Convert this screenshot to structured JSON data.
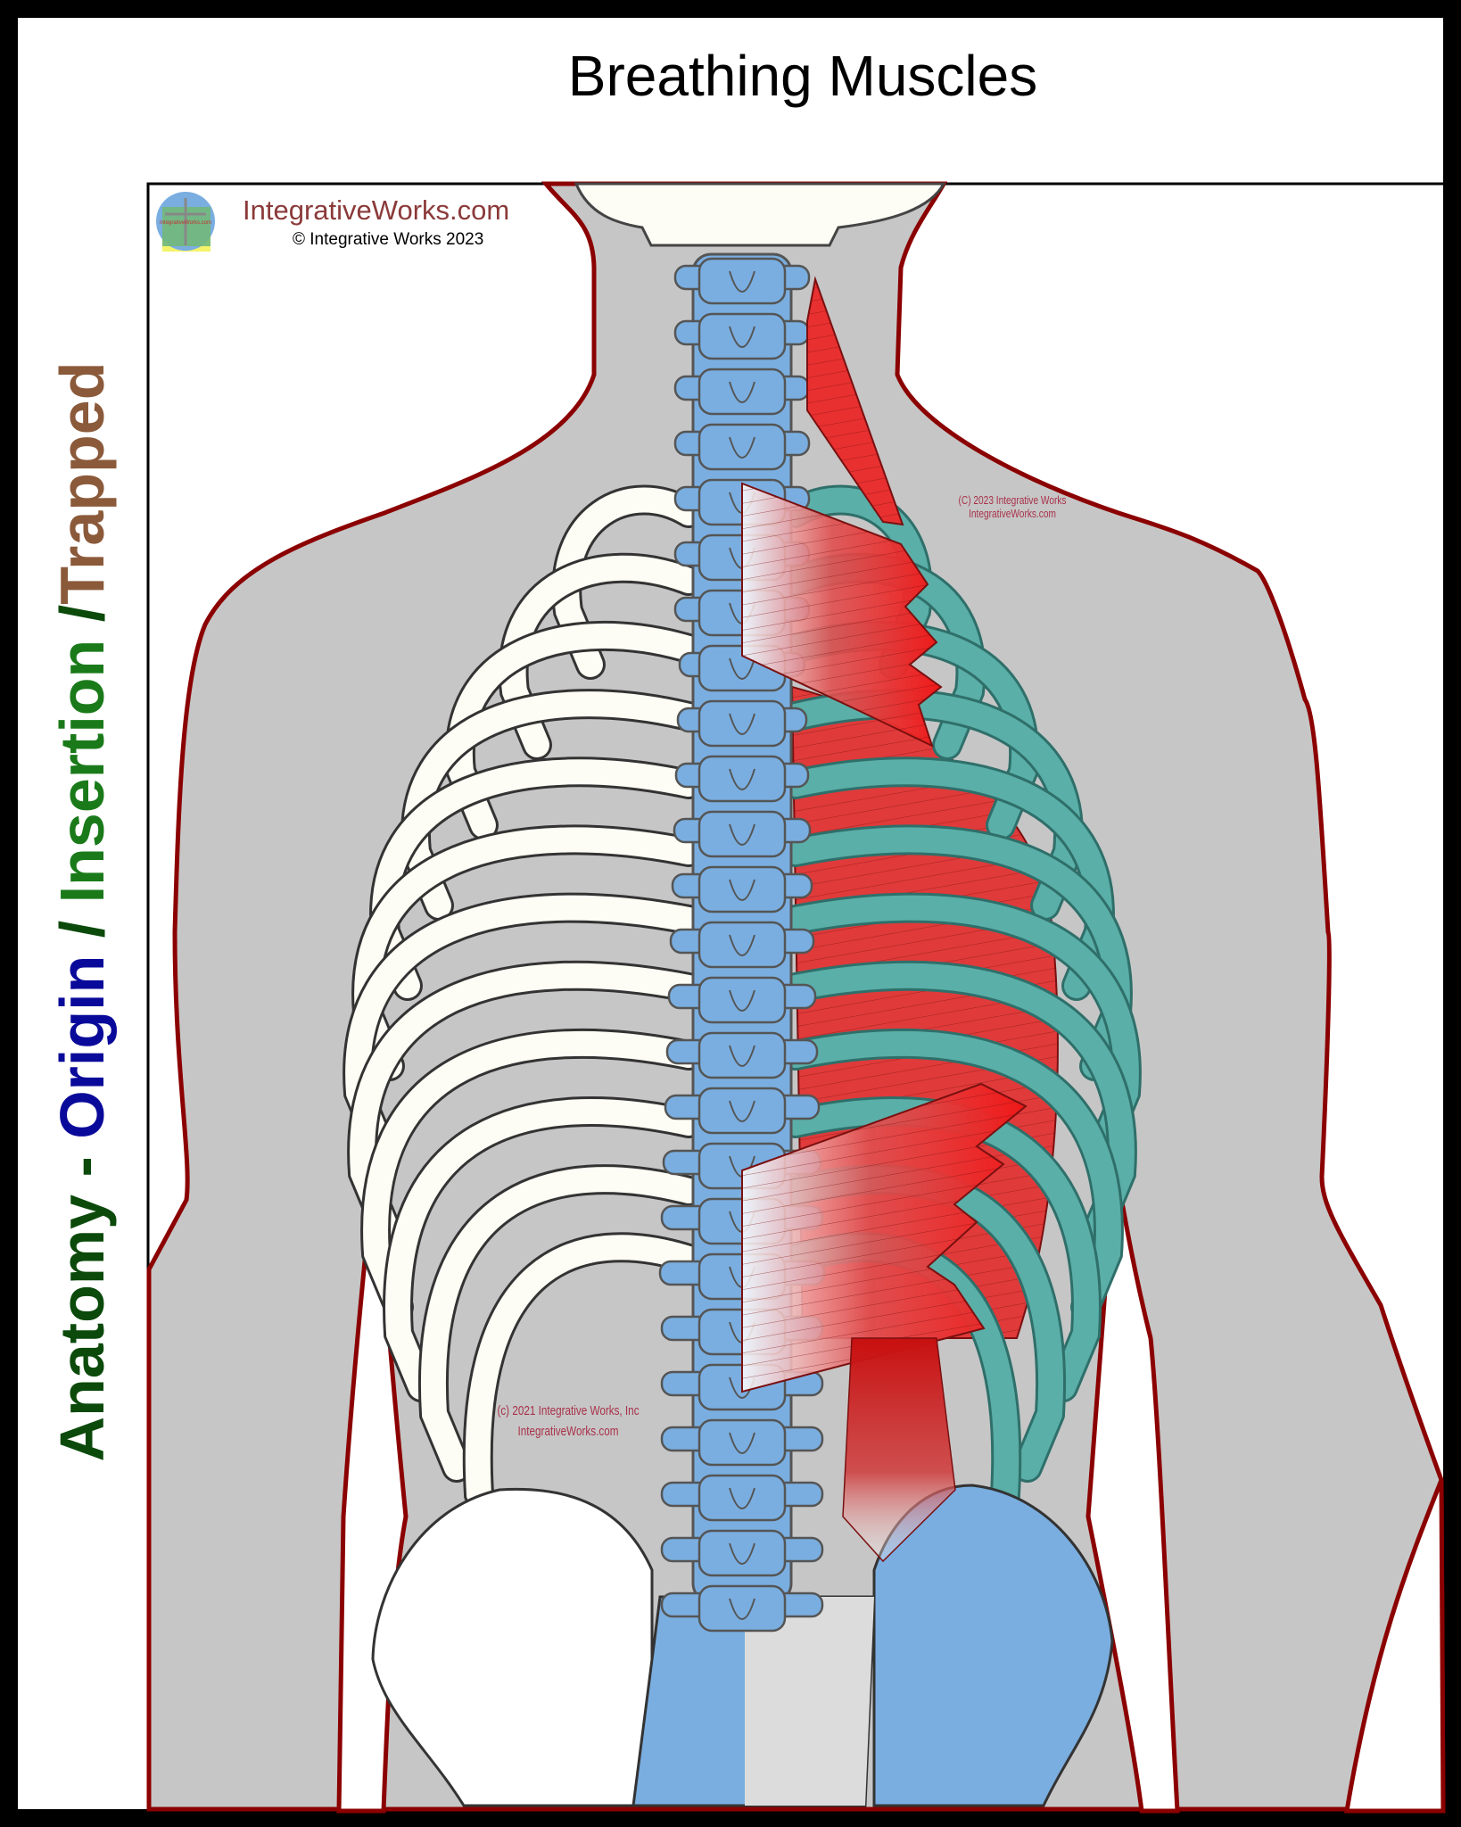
{
  "title": "Breathing Muscles",
  "side_title": {
    "anatomy": "Anatomy - ",
    "origin": "Origin",
    "slash1": " / ",
    "insertion": "Insertion",
    "slash2": " /",
    "trapped": "Trapped"
  },
  "branding": {
    "site": "IntegrativeWorks.com",
    "copyright": "© Integrative Works 2023",
    "logo_text": "IntegrativeWorks.com"
  },
  "watermarks": [
    {
      "line1": "(C) 2023 Integrative Works",
      "line2": "IntegrativeWorks.com"
    },
    {
      "line1": "(c) 2021 Integrative Works, Inc",
      "line2": "IntegrativeWorks.com"
    }
  ],
  "colors": {
    "body": "#c6c6c6",
    "outline": "#8b0000",
    "spine_origin": "#7aaee0",
    "ribs_insertion": "#5aafa8",
    "muscle": "#e02a2a",
    "bone": "#fdfdf5"
  }
}
